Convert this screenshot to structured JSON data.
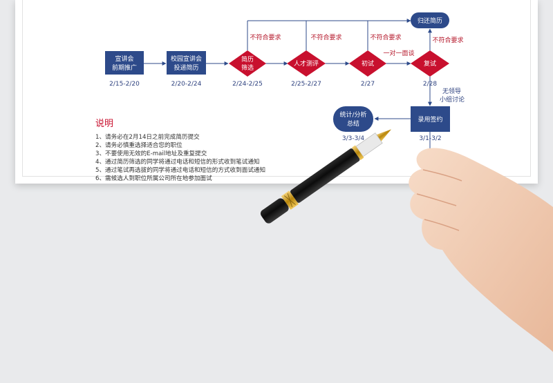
{
  "colors": {
    "process_fill": "#2d4a8a",
    "decision_fill": "#c8102e",
    "terminal_fill": "#2d4a8a",
    "line": "#2d4a8a",
    "reject_text": "#b5182b",
    "date_text": "#2b3f7d",
    "description_title": "#c8102e"
  },
  "flow": {
    "nodes": {
      "promo": {
        "line1": "宣讲会",
        "line2": "前期推广",
        "shape": "rectangle"
      },
      "campus": {
        "line1": "校园宣讲会",
        "line2": "投递简历",
        "shape": "rectangle"
      },
      "screen": {
        "line1": "简历",
        "line2": "筛选",
        "shape": "diamond"
      },
      "assess": {
        "label": "人才测评",
        "shape": "diamond"
      },
      "first": {
        "label": "初试",
        "shape": "diamond"
      },
      "second": {
        "label": "复试",
        "shape": "diamond"
      },
      "return": {
        "label": "归还简历",
        "shape": "rounded"
      },
      "hire": {
        "label": "录用签约",
        "shape": "rectangle"
      },
      "summary": {
        "line1": "统计/分析",
        "line2": "总结",
        "shape": "rounded"
      }
    },
    "dates": {
      "promo": "2/15-2/20",
      "campus": "2/20-2/24",
      "screen": "2/24-2/25",
      "assess": "2/25-2/27",
      "first": "2/27",
      "second": "2/28",
      "hire": "3/1-3/2",
      "summary": "3/3-3/4"
    },
    "annotations": {
      "reject_1": "不符合要求",
      "reject_2": "不符合要求",
      "reject_3": "不符合要求",
      "reject_4": "不符合要求",
      "one_on_one": "一对一面谈",
      "leader_line1": "无领导",
      "leader_line2": "小组讨论"
    }
  },
  "description": {
    "title": "说明",
    "items": [
      "1、请务必在2月14日之前完成简历提交",
      "2、请务必慎重选择适合您的职位",
      "3、不要使用无效的E-mail地址及重复提交",
      "4、通过简历筛选的同学将通过电话和短信的形式收到笔试通知",
      "5、通过笔试再选拔的同学将通过电话和短信的方式收到面试通知",
      "6、需候选人到职位所属公司所在地参加面试"
    ]
  }
}
